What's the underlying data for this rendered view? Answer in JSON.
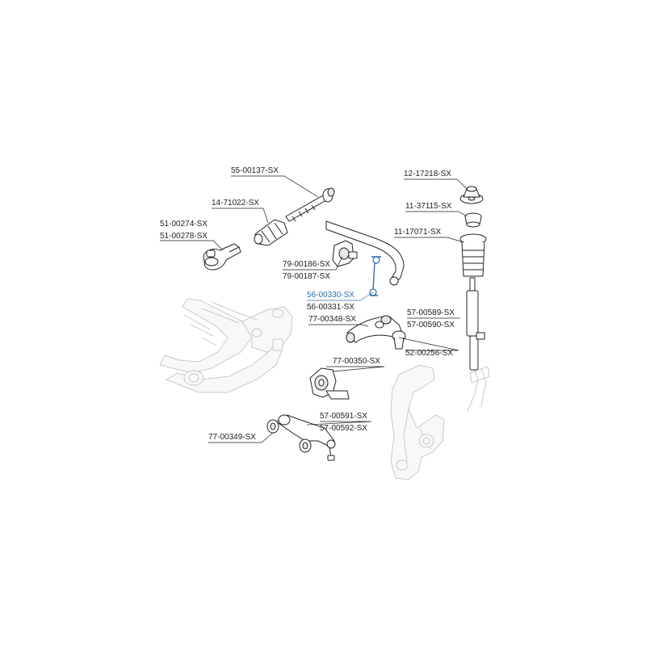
{
  "labels": {
    "p55_00137": "55-00137-SX",
    "p14_71022": "14-71022-SX",
    "p51_00274": "51-00274-SX",
    "p51_00278": "51-00278-SX",
    "p12_17218": "12-17218-SX",
    "p11_37115": "11-37115-SX",
    "p11_17071": "11-17071-SX",
    "p79_00186": "79-00186-SX",
    "p79_00187": "79-00187-SX",
    "p56_00330": "56-00330-SX",
    "p56_00331": "56-00331-SX",
    "p77_00348": "77-00348-SX",
    "p57_00589": "57-00589-SX",
    "p57_00590": "57-00590-SX",
    "p52_00256": "52-00256-SX",
    "p77_00350": "77-00350-SX",
    "p57_00591": "57-00591-SX",
    "p57_00592": "57-00592-SX",
    "p77_00349": "77-00349-SX"
  },
  "colors": {
    "highlight": "#2f6fae",
    "ink": "#1e1e1e",
    "background_parts": "#c9c9c9"
  }
}
